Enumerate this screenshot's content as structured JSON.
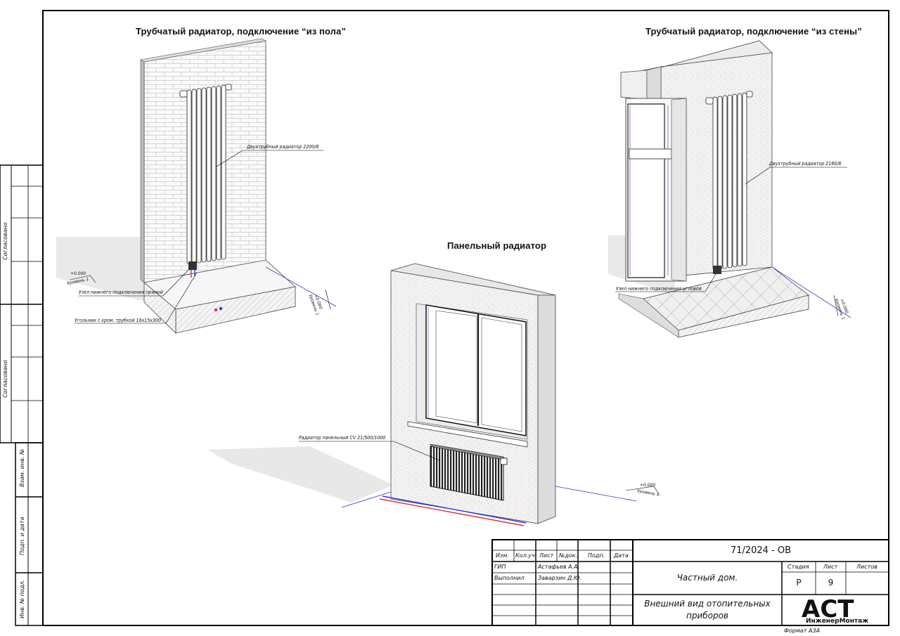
{
  "views": {
    "floor": {
      "title": "Трубчатый радиатор, подключение “из пола”"
    },
    "wall": {
      "title": "Трубчатый радиатор, подключение “из стены”"
    },
    "panel": {
      "title": "Панельный радиатор"
    }
  },
  "callouts": {
    "radiator_2200": "Двухтрубный радиатор  2200/8",
    "node_straight": "Узел нижнего подключения прямой",
    "elbow": "Угольник с хром. трубкой 16х15х300",
    "radiator_2180": "Двухтрубный радиатор  2180/8",
    "node_angular": "Узел нижнего подключения угловой",
    "panel_radiator": "Радиатор панельный  CV 21/500/1000"
  },
  "levels": {
    "mark": "+0.000",
    "name": "Уровень 1"
  },
  "side_stamp": {
    "agreed_1": "Согласовано",
    "agreed_2": "Согласовано",
    "inv_replace": "Взам. инв. №",
    "sign_date": "Подп. и дата",
    "inv_orig": "Инв. № подл."
  },
  "title_block": {
    "headers": [
      "Изм.",
      "Кол.уч.",
      "Лист",
      "№док.",
      "Подп.",
      "Дата"
    ],
    "gip_role": "ГИП",
    "gip_name": "Астафьев А.А.",
    "exec_role": "Выполнил",
    "exec_name": "Заварзин Д.Ю.",
    "doc_code": "71/2024 - ОВ",
    "project": "Частный дом.",
    "sheet_title": "Внешний вид отопительных приборов",
    "stage_h": "Стадия",
    "sheet_h": "Лист",
    "sheets_h": "Листов",
    "stage": "Р",
    "sheet_no": "9",
    "logo_text": "АСТ",
    "logo_sub": "ИнженерМонтаж",
    "format": "Формат А3А"
  }
}
